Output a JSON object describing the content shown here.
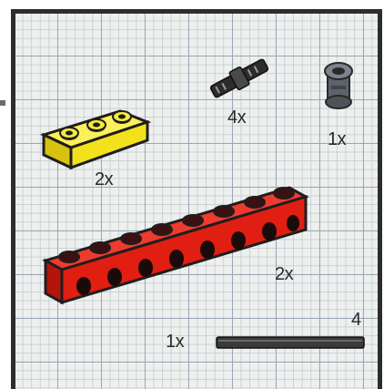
{
  "parts": {
    "yellow_plate": {
      "count_label": "2x",
      "color": "#f3e21b",
      "icon": "yellow-1x3-plate-with-holes"
    },
    "connector_pin": {
      "count_label": "4x",
      "color": "#2c2c2c",
      "icon": "black-connector-pin"
    },
    "bushing": {
      "count_label": "1x",
      "color": "#5d636b",
      "icon": "grey-bushing"
    },
    "red_beam": {
      "count_label": "2x",
      "color": "#e01e12",
      "icon": "red-1x8-technic-brick"
    },
    "axle": {
      "count_label": "1x",
      "length_label": "4",
      "color": "#3a3a3a",
      "icon": "black-axle"
    }
  },
  "colors": {
    "grid_major": "#9aa7b6",
    "grid_minor": "#c9d0d8",
    "background": "#eef0ee",
    "frame": "#2d2d2d"
  }
}
